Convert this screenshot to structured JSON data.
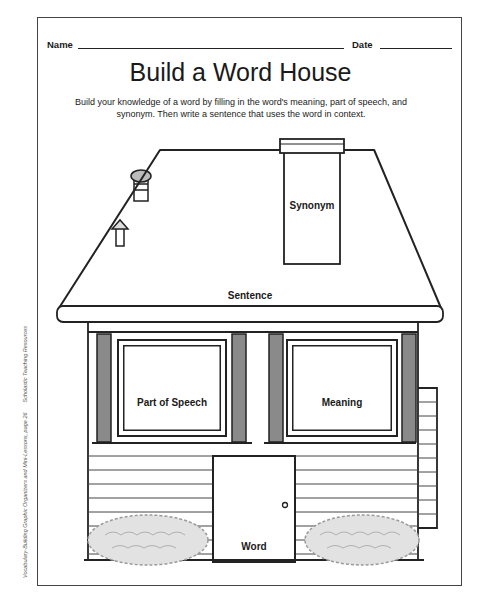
{
  "diagram": {
    "title": "Build a Word House",
    "nodes": [
      {
        "text": [
          "Synonym"
        ]
      },
      {
        "text": [
          "Sentence"
        ]
      },
      {
        "text": [
          "Part of Speech"
        ]
      },
      {
        "text": [
          "Meaning"
        ]
      },
      {
        "text": [
          "Word"
        ]
      }
    ],
    "labels": [
      "Name",
      "Date",
      "Build your knowledge of a word by filling in the word's meaning, part of speech, and synonym. Then write a sentence that uses the word in context.",
      "Vocabulary-Building Graphic Organizers and Mini-Lessons, page 26",
      "Scholastic Teaching Resources"
    ]
  }
}
